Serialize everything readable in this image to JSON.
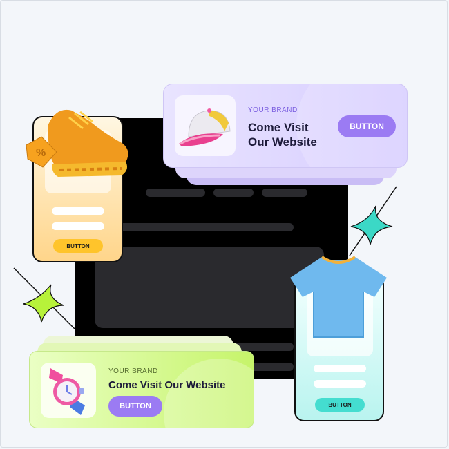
{
  "purple_banner": {
    "brand": "YOUR BRAND",
    "headline_line1": "Come Visit",
    "headline_line2": "Our Website",
    "button": "BUTTON"
  },
  "green_banner": {
    "brand": "YOUR BRAND",
    "headline": "Come Visit Our Website",
    "button": "BUTTON"
  },
  "orange_card": {
    "button": "BUTTON"
  },
  "teal_card": {
    "button": "BUTTON"
  },
  "colors": {
    "purple_button": "#9b7bf3",
    "green_button": "#9b7bf3",
    "orange_button": "#ffc42b",
    "teal_button": "#44ddd0",
    "sparkle_green": "#b7f23a",
    "sparkle_teal": "#3bd8c6"
  },
  "icons": [
    "cap-icon",
    "sneaker-icon",
    "tshirt-icon",
    "watch-icon",
    "sparkle-icon"
  ]
}
